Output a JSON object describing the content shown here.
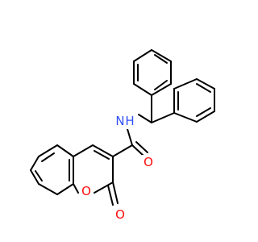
{
  "diagram": {
    "type": "chemical-structure",
    "atom_labels": {
      "amide_nitrogen": "N",
      "amide_hydrogen": "H",
      "amide_oxygen": "O",
      "ring_oxygen": "O",
      "lactone_oxygen": "O"
    },
    "colors": {
      "bond": "#000000",
      "nitrogen": "#3050F8",
      "oxygen": "#FF0D0D"
    }
  }
}
